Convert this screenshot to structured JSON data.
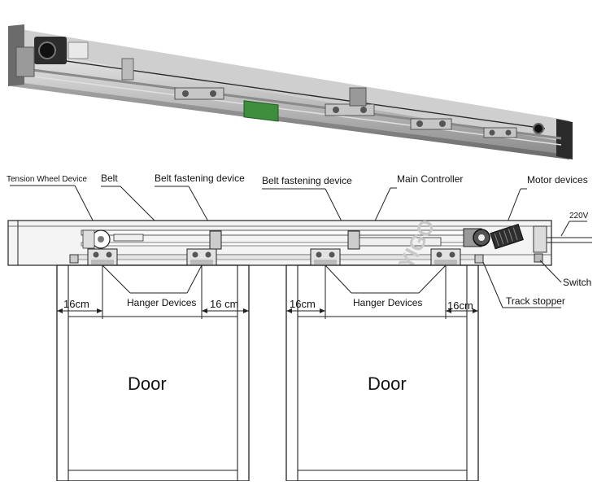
{
  "labels": {
    "tension_wheel": "Tension Wheel Device",
    "belt": "Belt",
    "belt_fastening_1": "Belt fastening device",
    "belt_fastening_2": "Belt fastening device",
    "main_controller": "Main Controller",
    "motor_devices": "Motor devices",
    "voltage": "220V",
    "switch": "Switch",
    "track_stopper": "Track stopper",
    "hanger_left": "Hanger Devices",
    "hanger_right": "Hanger Devices",
    "dim_l1": "16cm",
    "dim_l2": "16 cm",
    "dim_r1": "16cm",
    "dim_r2": "16cm",
    "door_left": "Door",
    "door_right": "Door",
    "watermark": "YIGO"
  },
  "colors": {
    "line": "#222222",
    "rail": "#f2f2f2",
    "metal_dark": "#3a3a3a",
    "metal_light": "#d8d8d8",
    "pcb": "#3e8e3e"
  }
}
